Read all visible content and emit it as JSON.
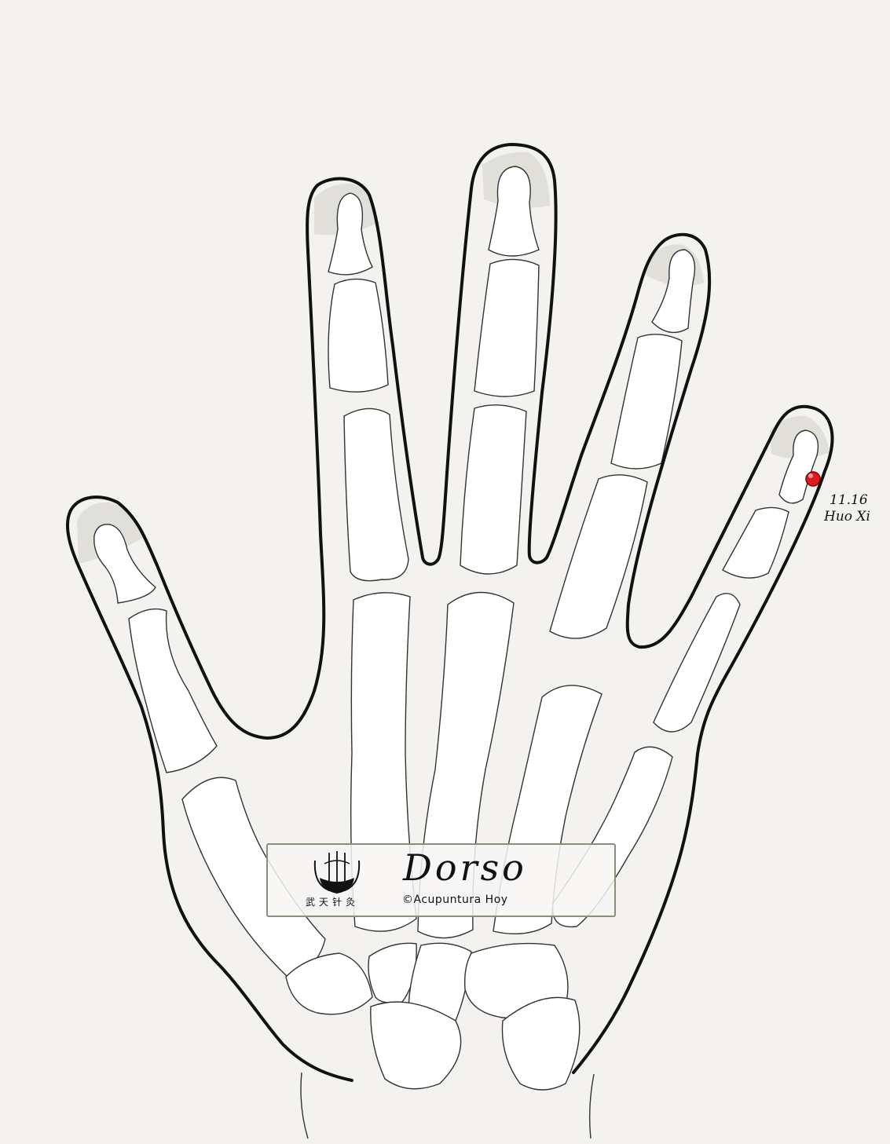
{
  "point": {
    "code": "11.16",
    "name": "Huo Xi",
    "marker_color": "#e01a1a"
  },
  "panel": {
    "title": "Dorso",
    "copyright": "©Acupuntura Hoy",
    "logo_chars": "武天针灸"
  },
  "colors": {
    "background": "#f3f2ef",
    "outline": "#111111",
    "nail": "#d9d8d3",
    "panel_border": "#8c8e7c"
  },
  "icons": {
    "logo": "acupuncture-logo-icon"
  }
}
